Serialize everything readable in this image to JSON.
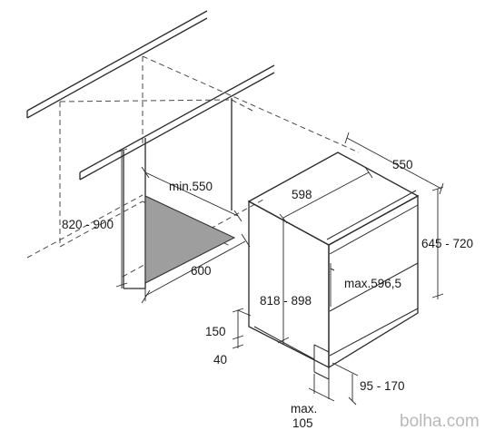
{
  "dimensions": {
    "appliance_depth": "550",
    "appliance_width": "598",
    "niche_depth": "min.550",
    "niche_height": "820 - 900",
    "niche_width": "600",
    "appliance_height": "818 - 898",
    "door_height": "645 - 720",
    "door_width": "max.596,5",
    "plinth_height": "150",
    "foot_height": "40",
    "plinth_offset": "95 - 170",
    "plinth_depth_max_line1": "max.",
    "plinth_depth_max_line2": "105"
  },
  "watermark": "bolha.com",
  "colors": {
    "floor_fill": "#9e9e9e",
    "line": "#2a2a2a",
    "watermark": "#b9b9b9"
  }
}
